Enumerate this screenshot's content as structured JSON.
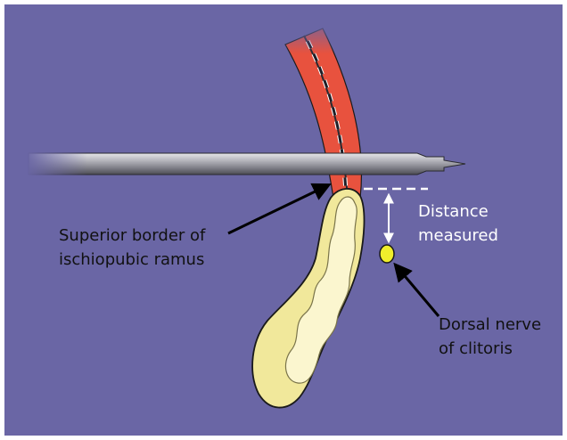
{
  "labels": {
    "bone_line1": "Superior border of",
    "bone_line2": "ischiopubic ramus",
    "distance_line1": "Distance",
    "distance_line2": "measured",
    "nerve_line1": "Dorsal nerve",
    "nerve_line2": "of clitoris"
  },
  "colors": {
    "background": "#6a66a5",
    "muscle": "#e8523e",
    "bone": "#f1e89b",
    "marrow": "#fbf6cf",
    "nerve": "#f0ee2c",
    "instrument": "#9a9aa2"
  },
  "icons": {
    "probe": "needle-probe-icon",
    "nerve": "nerve-dot-icon"
  }
}
